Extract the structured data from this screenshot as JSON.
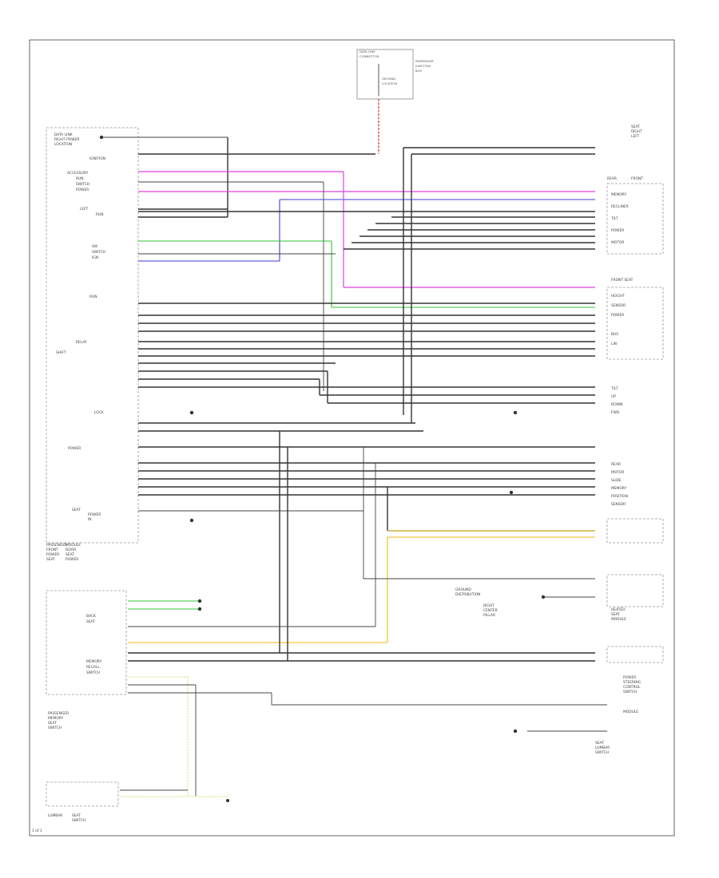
{
  "title_block": {
    "page_number": "1 of 1"
  },
  "label_groups": {
    "top_connector": [
      "DATA LINK",
      "CONNECTOR",
      "PASSENGER",
      "JUNCTION",
      "BOX",
      "GROUND",
      "LOCATION"
    ],
    "left_module": [
      "PASSENGER",
      "FRONT",
      "POWER",
      "SEAT",
      "MODULE",
      "DOOR",
      "SEAT",
      "POWER"
    ],
    "left_module_pins": [
      "DATA LINK",
      "RIGHT POWER",
      "LOCATION",
      "IGNITION",
      "ACCESSORY",
      "RUN",
      "SWITCH",
      "POWER",
      "LEFT",
      "RUN",
      "SW",
      "SWITCH",
      "IGN",
      "RUN",
      "RELAY",
      "SHIFT",
      "LOCK",
      "POWER",
      "SEAT",
      "POWER",
      "IN"
    ],
    "right_connectors": [
      "SEAT",
      "RIGHT",
      "LEFT",
      "REAR",
      "FRONT",
      "MEMORY",
      "RECLINER",
      "TILT",
      "POWER",
      "MOTOR",
      "FRONT SEAT",
      "HEIGHT",
      "SENSOR",
      "POWER",
      "BUS",
      "LIN",
      "TILT",
      "UP",
      "DOWN",
      "FWD",
      "REAR",
      "MOTOR",
      "SLIDE",
      "MEMORY",
      "POSITION",
      "SENSOR"
    ],
    "bottom_left": [
      "PASSENGER",
      "MEMORY",
      "SEAT",
      "SWITCH",
      "LUMBAR",
      "SEAT",
      "SWITCH",
      "BACK",
      "SEAT",
      "MEMORY",
      "RECALL",
      "SWITCH"
    ],
    "bottom_right": [
      "GROUND",
      "DISTRIBUTION",
      "RIGHT",
      "CENTER",
      "PILLAR",
      "HEATED",
      "SEAT",
      "MODULE",
      "POWER",
      "STEERING",
      "CONTROL",
      "SWITCH",
      "MODULE",
      "SEAT",
      "LUMBAR",
      "SWITCH"
    ]
  },
  "colors": {
    "pink_wire": "#e040e0",
    "blue_wire": "#3b3bd6",
    "green_wire": "#33c033",
    "red_wire": "#e03030",
    "yellow_wire": "#f0d060",
    "black_wire": "#333333"
  }
}
